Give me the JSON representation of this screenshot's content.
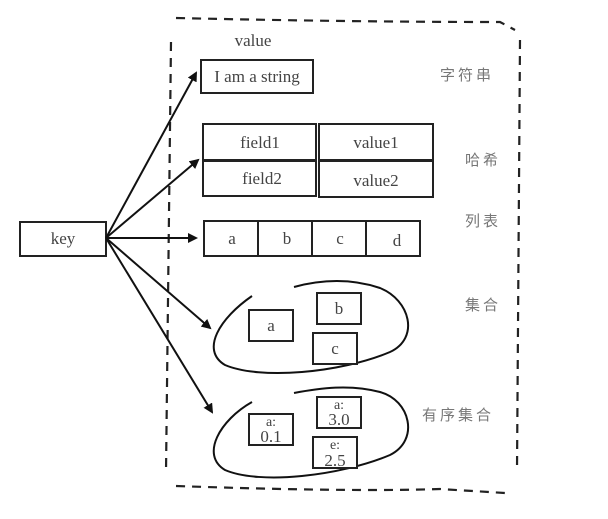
{
  "key": {
    "label": "key"
  },
  "string": {
    "header": "value",
    "value": "I am a string",
    "type_label": "字符串"
  },
  "hash": {
    "type_label": "哈希",
    "rows": [
      {
        "field": "field1",
        "value": "value1"
      },
      {
        "field": "field2",
        "value": "value2"
      }
    ]
  },
  "list": {
    "type_label": "列表",
    "items": [
      "a",
      "b",
      "c",
      "d"
    ]
  },
  "set": {
    "type_label": "集合",
    "members": [
      "a",
      "b",
      "c"
    ]
  },
  "zset": {
    "type_label": "有序集合",
    "members": [
      {
        "member": "a:",
        "score": "0.1"
      },
      {
        "member": "a:",
        "score": "3.0"
      },
      {
        "member": "e:",
        "score": "2.5"
      }
    ]
  }
}
